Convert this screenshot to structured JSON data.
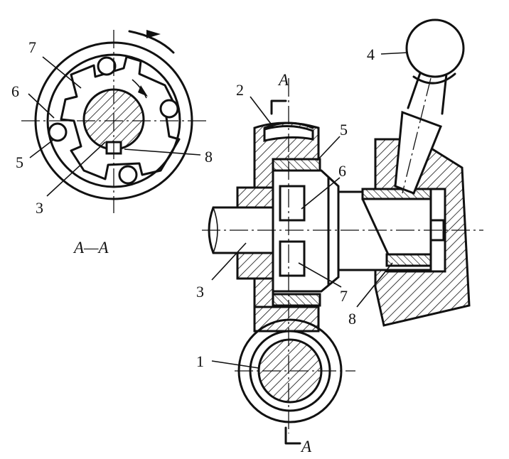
{
  "labels": {
    "part_1": "1",
    "part_2": "2",
    "part_3_section": "3",
    "part_3_main": "3",
    "part_4": "4",
    "part_5_section": "5",
    "part_5_main": "5",
    "part_6_section": "6",
    "part_6_main": "6",
    "part_7_section": "7",
    "part_7_main": "7",
    "part_8_section": "8",
    "part_8_main": "8",
    "section_mark_top": "A",
    "section_mark_bottom": "A",
    "section_title": "A—A"
  },
  "colors": {
    "ink": "#111111",
    "paper": "#ffffff"
  }
}
